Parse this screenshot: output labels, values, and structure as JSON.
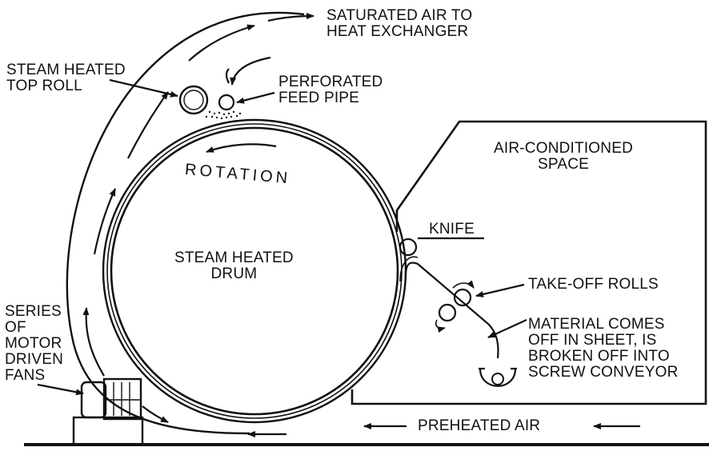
{
  "labels": {
    "saturated_air": "SATURATED AIR TO\nHEAT EXCHANGER",
    "top_roll": "STEAM HEATED\nTOP ROLL",
    "feed_pipe": "PERFORATED\nFEED PIPE",
    "rotation": "ROTATION",
    "air_conditioned": "AIR-CONDITIONED\nSPACE",
    "knife": "KNIFE",
    "drum": "STEAM HEATED\nDRUM",
    "takeoff": "TAKE-OFF ROLLS",
    "fans": "SERIES\nOF\nMOTOR\nDRIVEN\nFANS",
    "material": "MATERIAL COMES\nOFF IN SHEET, IS\nBROKEN OFF INTO\nSCREW CONVEYOR",
    "preheated": "PREHEATED AIR"
  },
  "colors": {
    "ink": "#111111",
    "background": "#ffffff"
  }
}
